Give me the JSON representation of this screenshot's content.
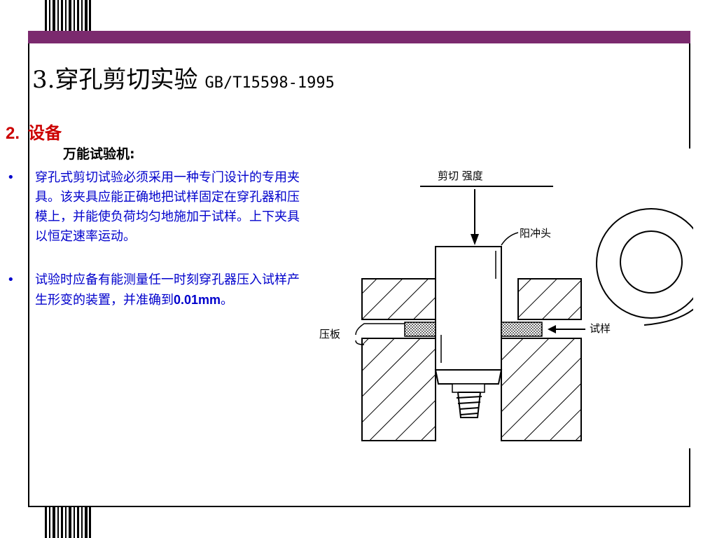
{
  "slide": {
    "title": "3.穿孔剪切实验",
    "standard": "GB/T15598-1995",
    "section": {
      "number": "2.",
      "label": "设备"
    },
    "subheading": "万能试验机:",
    "bullets": [
      {
        "marker": "•",
        "text": "穿孔式剪切试验必须采用一种专门设计的专用夹具。该夹具应能正确地把试样固定在穿孔器和压模上，并能使负荷均匀地施加于试样。上下夹具以恒定速率运动。"
      },
      {
        "marker": "•",
        "text_before": "试验时应备有能测量任一时刻穿孔器压入试样产生形变的装置，并准确到",
        "value": "0.01mm",
        "text_after": "。"
      }
    ]
  },
  "diagram": {
    "label_top": "剪切  强度",
    "label_punch": "阳冲头",
    "label_plate": "压板",
    "label_sample": "试样"
  },
  "colors": {
    "frame": "#7b2a6e",
    "section": "#cc0000",
    "body_text": "#0000cc"
  }
}
